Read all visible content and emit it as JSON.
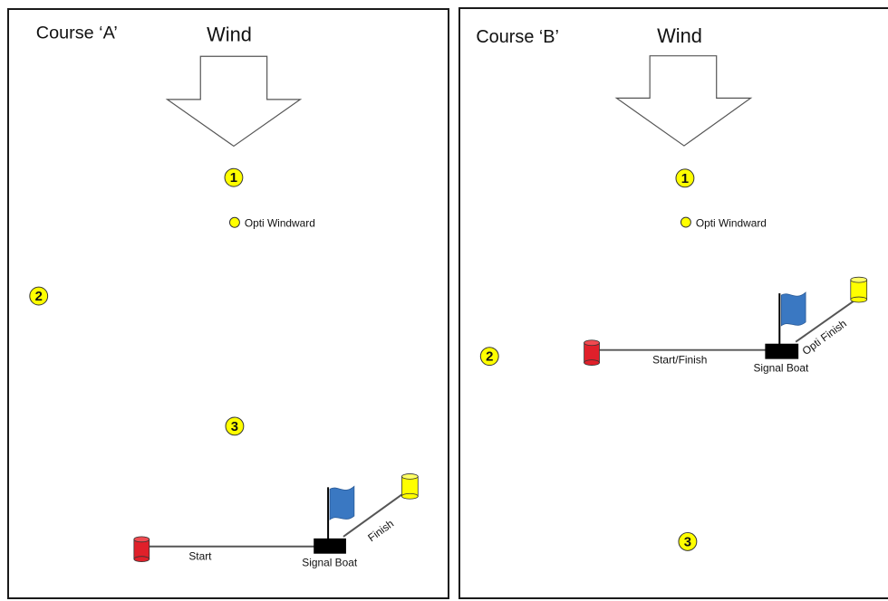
{
  "courses": [
    {
      "title": "Course ‘A’",
      "wind_label": "Wind",
      "marks": [
        "1",
        "2",
        "3"
      ],
      "opti_windward_label": "Opti Windward",
      "start_line_label": "Start",
      "finish_line_label": "Finish",
      "signal_boat_label": "Signal Boat"
    },
    {
      "title": "Course ‘B’",
      "wind_label": "Wind",
      "marks": [
        "1",
        "2",
        "3"
      ],
      "opti_windward_label": "Opti Windward",
      "start_line_label": "Start/Finish",
      "finish_line_label": "Opti Finish",
      "signal_boat_label": "Signal Boat"
    }
  ],
  "colors": {
    "mark_yellow": "#ffff00",
    "pin_red": "#e0202a",
    "flag_blue": "#3a78c2",
    "boat_black": "#000000"
  }
}
